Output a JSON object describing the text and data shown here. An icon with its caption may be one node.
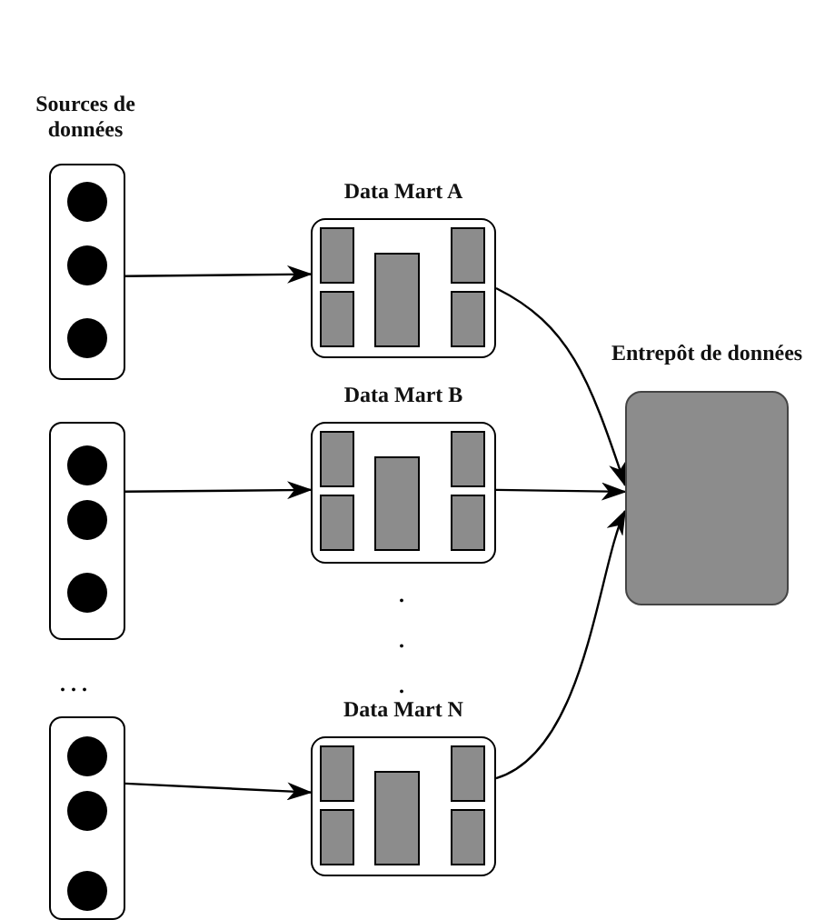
{
  "diagram": {
    "nodes": [
      {
        "text": [],
        "shape": "box"
      },
      {
        "text": [
          "Data Mart A"
        ]
      },
      {
        "text": [],
        "shape": "box"
      },
      {
        "text": [
          "Data Mart B"
        ]
      },
      {
        "text": [],
        "shape": "box"
      },
      {
        "text": [
          "Data Mart N"
        ]
      },
      {
        "text": [
          "Entrepôt de données"
        ]
      }
    ],
    "edges": [
      {
        "from": 0,
        "to": 1,
        "arrow": "to"
      },
      {
        "from": 2,
        "to": 3,
        "arrow": "to"
      },
      {
        "from": 4,
        "to": 5,
        "arrow": "to"
      },
      {
        "from": 1,
        "to": 6,
        "arrow": "to"
      },
      {
        "from": 3,
        "to": 6,
        "arrow": "to"
      },
      {
        "from": 5,
        "to": 6,
        "arrow": "to"
      }
    ],
    "labels": [
      "Sources de données",
      ". . .",
      ". . ."
    ]
  }
}
